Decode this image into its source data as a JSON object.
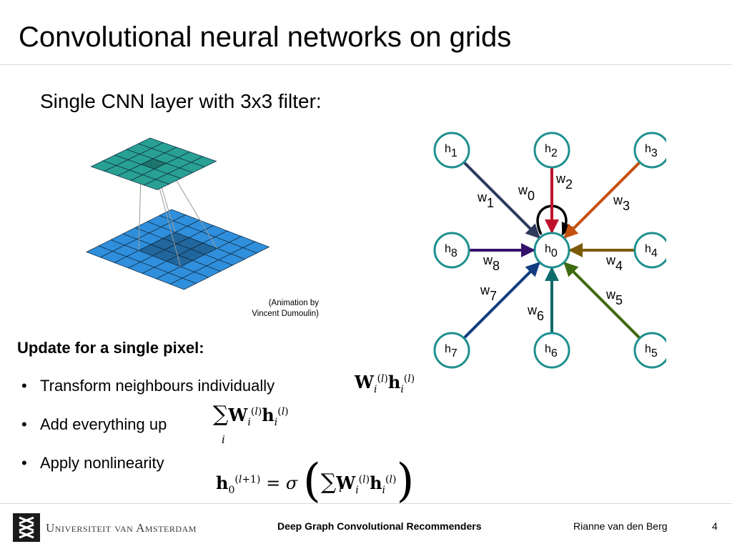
{
  "slide": {
    "title": "Convolutional neural networks on grids",
    "subtitle": "Single CNN layer with 3x3 filter:",
    "credit_line1": "(Animation by",
    "credit_line2": "Vincent Dumoulin)",
    "heading": "Update for a single pixel:",
    "bullets": [
      {
        "text": "Transform neighbours individually"
      },
      {
        "text": "Add everything up"
      },
      {
        "text": "Apply nonlinearity"
      }
    ],
    "bullet_marker": "•",
    "page_number": "4"
  },
  "footer": {
    "university": "Universiteit van Amsterdam",
    "presentation": "Deep Graph Convolutional Recommenders",
    "author": "Rianne van den Berg"
  },
  "graph": {
    "nodes": [
      {
        "id": "h0",
        "label": "h",
        "sub": "0"
      },
      {
        "id": "h1",
        "label": "h",
        "sub": "1"
      },
      {
        "id": "h2",
        "label": "h",
        "sub": "2"
      },
      {
        "id": "h3",
        "label": "h",
        "sub": "3"
      },
      {
        "id": "h4",
        "label": "h",
        "sub": "4"
      },
      {
        "id": "h5",
        "label": "h",
        "sub": "5"
      },
      {
        "id": "h6",
        "label": "h",
        "sub": "6"
      },
      {
        "id": "h7",
        "label": "h",
        "sub": "7"
      },
      {
        "id": "h8",
        "label": "h",
        "sub": "8"
      }
    ],
    "edges": [
      {
        "from": "h0",
        "label": "w",
        "sub": "0",
        "color": "#000000"
      },
      {
        "from": "h1",
        "label": "w",
        "sub": "1",
        "color": "#2e3a5c"
      },
      {
        "from": "h2",
        "label": "w",
        "sub": "2",
        "color": "#c0112a"
      },
      {
        "from": "h3",
        "label": "w",
        "sub": "3",
        "color": "#c4510f"
      },
      {
        "from": "h4",
        "label": "w",
        "sub": "4",
        "color": "#7a5a05"
      },
      {
        "from": "h5",
        "label": "w",
        "sub": "5",
        "color": "#3d6b12"
      },
      {
        "from": "h6",
        "label": "w",
        "sub": "6",
        "color": "#0f6b6b"
      },
      {
        "from": "h7",
        "label": "w",
        "sub": "7",
        "color": "#123d80"
      },
      {
        "from": "h8",
        "label": "w",
        "sub": "8",
        "color": "#36116b"
      }
    ],
    "node_stroke": "#1f8f8f"
  },
  "colors": {
    "input_grid": "#2f8fdc",
    "output_grid": "#28a193"
  }
}
